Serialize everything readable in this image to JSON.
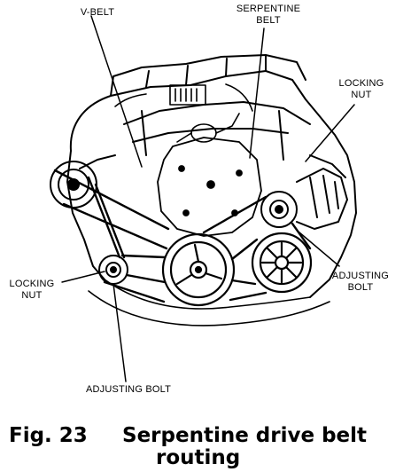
{
  "labels": {
    "v_belt": "V-BELT",
    "serpentine_1": "SERPENTINE",
    "serpentine_2": "BELT",
    "locking_nut_top_1": "LOCKING",
    "locking_nut_top_2": "NUT",
    "adjusting_bolt_right_1": "ADJUSTING",
    "adjusting_bolt_right_2": "BOLT",
    "locking_nut_left_1": "LOCKING",
    "locking_nut_left_2": "NUT",
    "adjusting_bolt_bottom": "ADJUSTING BOLT"
  },
  "caption": {
    "fig_number": "Fig. 23",
    "title_line1": "Serpentine drive belt",
    "title_line2": "routing"
  }
}
